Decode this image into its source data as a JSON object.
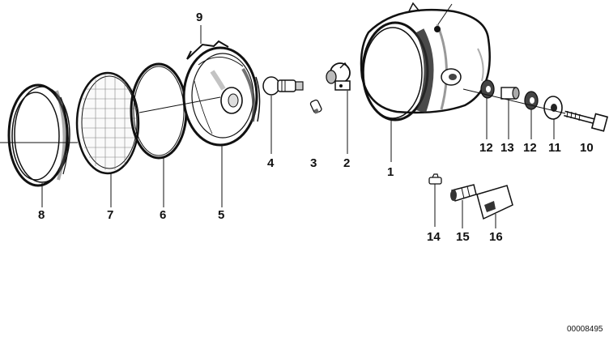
{
  "diagram": {
    "reference_number": "00008495",
    "colors": {
      "ink": "#111111",
      "shade": "#3a3a3a",
      "paper": "#ffffff"
    }
  },
  "callouts": [
    {
      "id": "p1",
      "label": "1"
    },
    {
      "id": "p2",
      "label": "2"
    },
    {
      "id": "p3",
      "label": "3"
    },
    {
      "id": "p4",
      "label": "4"
    },
    {
      "id": "p5",
      "label": "5"
    },
    {
      "id": "p6",
      "label": "6"
    },
    {
      "id": "p7",
      "label": "7"
    },
    {
      "id": "p8",
      "label": "8"
    },
    {
      "id": "p9",
      "label": "9"
    },
    {
      "id": "p10",
      "label": "10"
    },
    {
      "id": "p11",
      "label": "11"
    },
    {
      "id": "p12a",
      "label": "12"
    },
    {
      "id": "p12b",
      "label": "12"
    },
    {
      "id": "p13",
      "label": "13"
    },
    {
      "id": "p14",
      "label": "14"
    },
    {
      "id": "p15",
      "label": "15"
    },
    {
      "id": "p16",
      "label": "16"
    }
  ]
}
